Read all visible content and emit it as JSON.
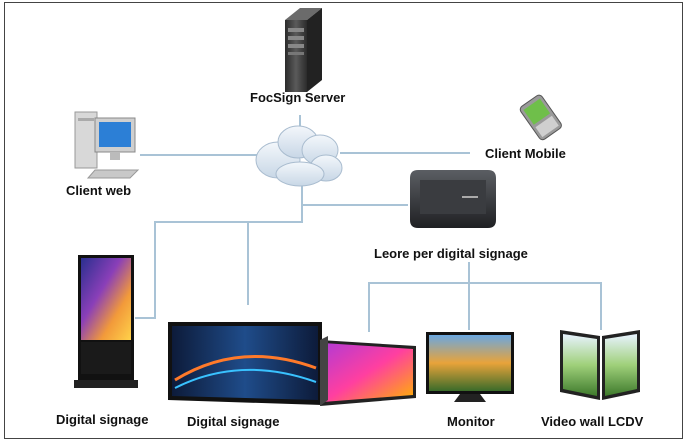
{
  "nodes": {
    "server": "FocSign Server",
    "client_web": "Client web",
    "client_mobile": "Client Mobile",
    "player": "Leore per digital signage",
    "signage_totem": "Digital signage",
    "signage_wall": "Digital signage",
    "monitor": "Monitor",
    "video_wall": "Video wall LCDV"
  },
  "colors": {
    "line": "#a9c3d6",
    "cloud": "#dbe6f0"
  }
}
